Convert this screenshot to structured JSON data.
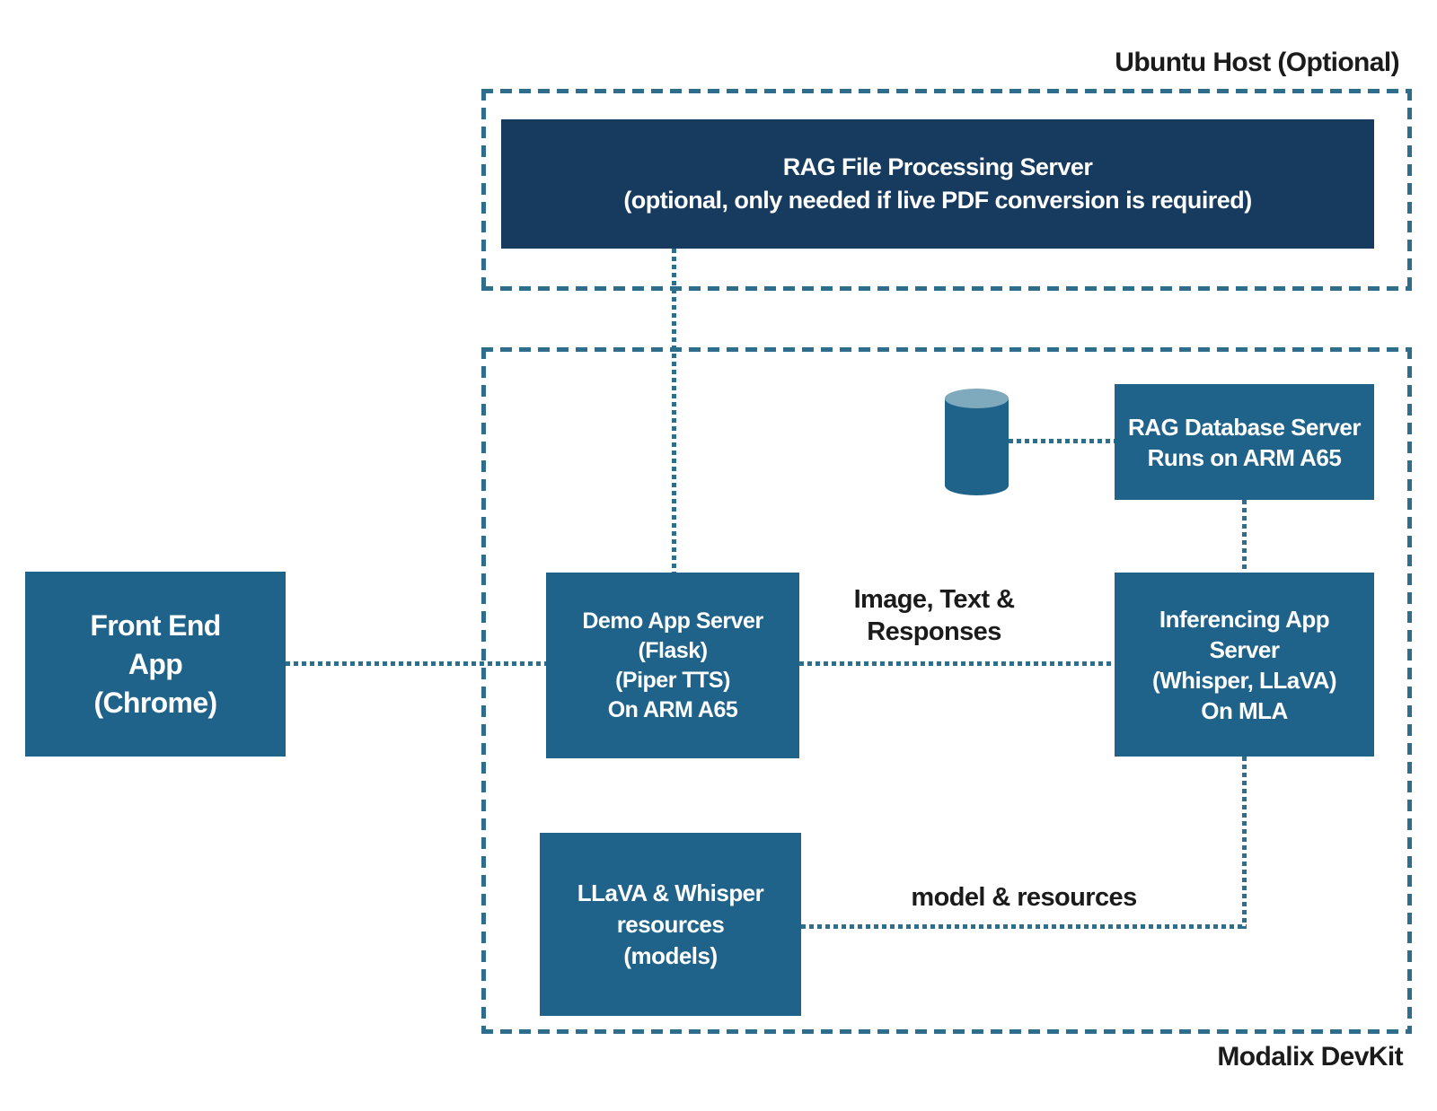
{
  "diagram": {
    "containers": {
      "ubuntu_host": {
        "label": "Ubuntu Host (Optional)"
      },
      "modalix_devkit": {
        "label": "Modalix DevKit"
      }
    },
    "nodes": {
      "rag_file_processing_server": {
        "text": "RAG File Processing Server\n(optional, only needed if live PDF conversion is required)"
      },
      "front_end_app": {
        "text": "Front End\nApp\n(Chrome)"
      },
      "demo_app_server": {
        "text": "Demo App Server\n(Flask)\n(Piper TTS)\nOn ARM A65"
      },
      "rag_database_server": {
        "text": "RAG Database Server\nRuns on ARM A65"
      },
      "inferencing_app_server": {
        "text": "Inferencing App\nServer\n(Whisper, LLaVA)\nOn MLA"
      },
      "llava_whisper_resources": {
        "text": "LLaVA & Whisper\nresources\n(models)"
      }
    },
    "edge_labels": {
      "image_text_responses": "Image, Text &\nResponses",
      "model_resources": "model & resources"
    },
    "icons": {
      "database": "database-cylinder"
    },
    "colors": {
      "node_teal": "#20638A",
      "node_navy": "#173B5E",
      "line_blue": "#2E6D8C",
      "cylinder_top": "#7FA9BD",
      "label_text": "#1B1B1B"
    }
  }
}
